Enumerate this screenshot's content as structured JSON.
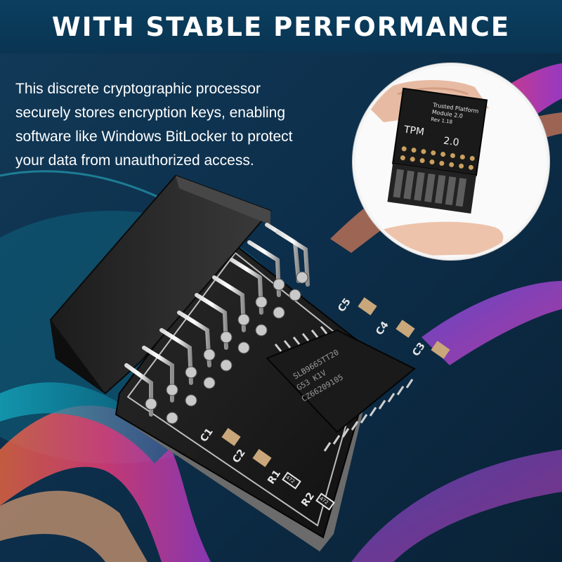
{
  "banner": {
    "title": "WITH STABLE PERFORMANCE"
  },
  "description": {
    "lines": [
      "This discrete cryptographic processor",
      "securely stores encryption keys, enabling",
      "software like Windows BitLocker to protect",
      "your data from unauthorized access."
    ]
  },
  "inset_photo": {
    "module_text": [
      "Trusted Platform",
      "Module 2.0",
      "Rev 1.18"
    ],
    "module_label": "TPM",
    "module_version": "2.0"
  },
  "board": {
    "chip_text": [
      "SLB9665TT20",
      "G53 K1V",
      "CZ66209105"
    ],
    "component_labels": [
      "C5",
      "C4",
      "C3",
      "C1",
      "C2",
      "R1",
      "R2"
    ],
    "resistor_code": "472"
  },
  "colors": {
    "banner_bg": "#0b3f60",
    "background": "#0d2a44",
    "text": "#ffffff"
  }
}
